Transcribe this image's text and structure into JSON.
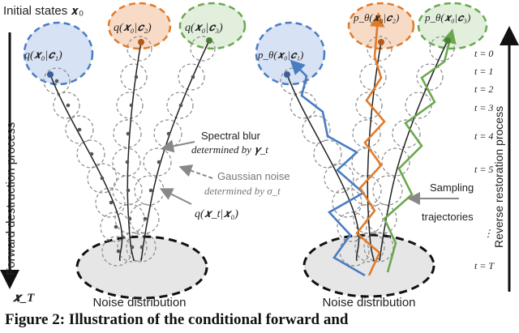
{
  "left_panel": {
    "initial_states_label": "Initial states 𝒙₀",
    "axis_label": "Forward destruction process",
    "x_end_label": "𝒙_T",
    "cond_labels": [
      "q(𝒙₀|𝒄₁)",
      "q(𝒙₀|𝒄₂)",
      "q(𝒙₀|𝒄₃)"
    ],
    "spectral_blur_label": [
      "Spectral blur",
      "determined by 𝜸_t"
    ],
    "gaussian_noise_label": [
      "Gaussian noise",
      "determined by σ_t"
    ],
    "transition_label": "q(𝒙_t|𝒙₀)",
    "noise_label": "Noise distribution"
  },
  "right_panel": {
    "cond_labels": [
      "p_θ(𝒙₀|𝒄₁)",
      "p_θ(𝒙₀|𝒄₂)",
      "p_θ(𝒙₀|𝒄₃)"
    ],
    "sampling_label": [
      "Sampling",
      "trajectories"
    ],
    "noise_label": "Noise distribution",
    "axis_label": "Reverse restoration process",
    "time_labels": [
      "t = 0",
      "t = 1",
      "t = 2",
      "t = 3",
      "t = 4",
      "t = 5",
      "⋮",
      "t = T"
    ]
  },
  "colors": {
    "class1": "#4a7cc2",
    "class2": "#e07b2a",
    "class3": "#6aa84f"
  },
  "caption": "Figure 2: Illustration of the conditional forward and"
}
